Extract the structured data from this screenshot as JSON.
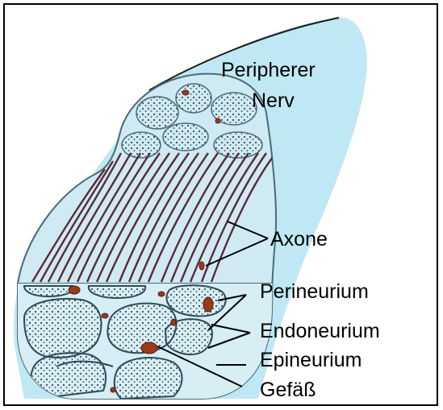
{
  "title": {
    "line1": "Peripherer",
    "line2": "Nerv"
  },
  "labels": {
    "axone": "Axone",
    "perineurium": "Perineurium",
    "endoneurium": "Endoneurium",
    "epineurium": "Epineurium",
    "gefass": "Gefäß"
  },
  "colors": {
    "nerve_sheath": "#bfe8f4",
    "nerve_outline": "#4a6a7a",
    "axon_fibers": "#5a2a3a",
    "fascicle_fill": "#f4f6f6",
    "vessel": "#9a3a1a",
    "label_text": "#000000"
  }
}
